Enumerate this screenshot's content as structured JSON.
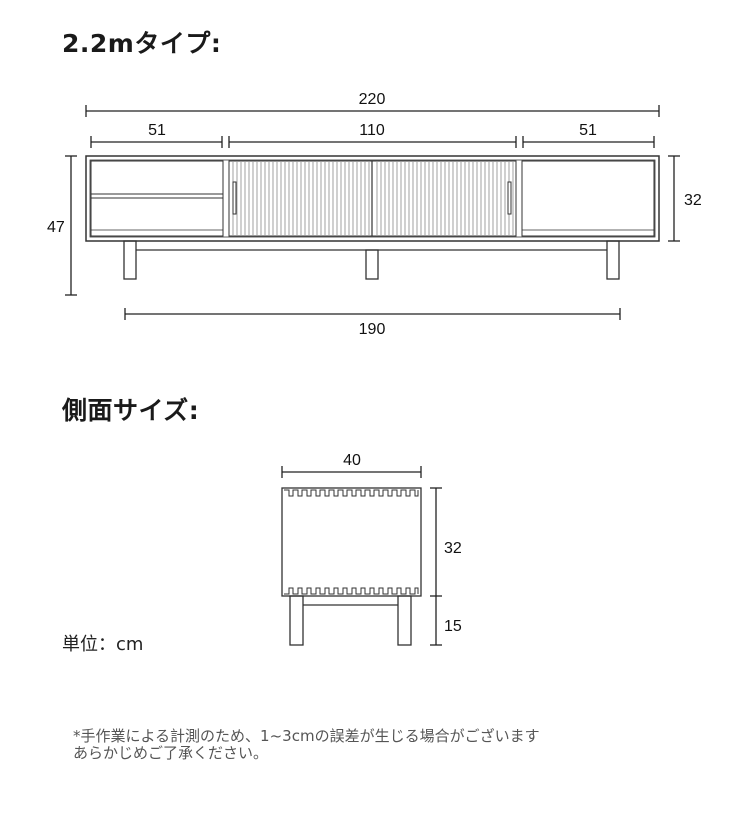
{
  "front": {
    "heading": "2.2mタイプ:",
    "dims": {
      "total_width": "220",
      "left_section": "51",
      "middle_section": "110",
      "right_section": "51",
      "total_height": "47",
      "body_height": "32",
      "leg_span": "190"
    }
  },
  "side": {
    "heading": "側面サイズ:",
    "dims": {
      "depth": "40",
      "body_height": "32",
      "leg_height": "15"
    }
  },
  "unit_label": "単位：cm",
  "note": {
    "line1": "*手作業による計測のため、1~3cmの誤差が生じる場合がございます",
    "line2": "あらかじめご了承ください。"
  }
}
